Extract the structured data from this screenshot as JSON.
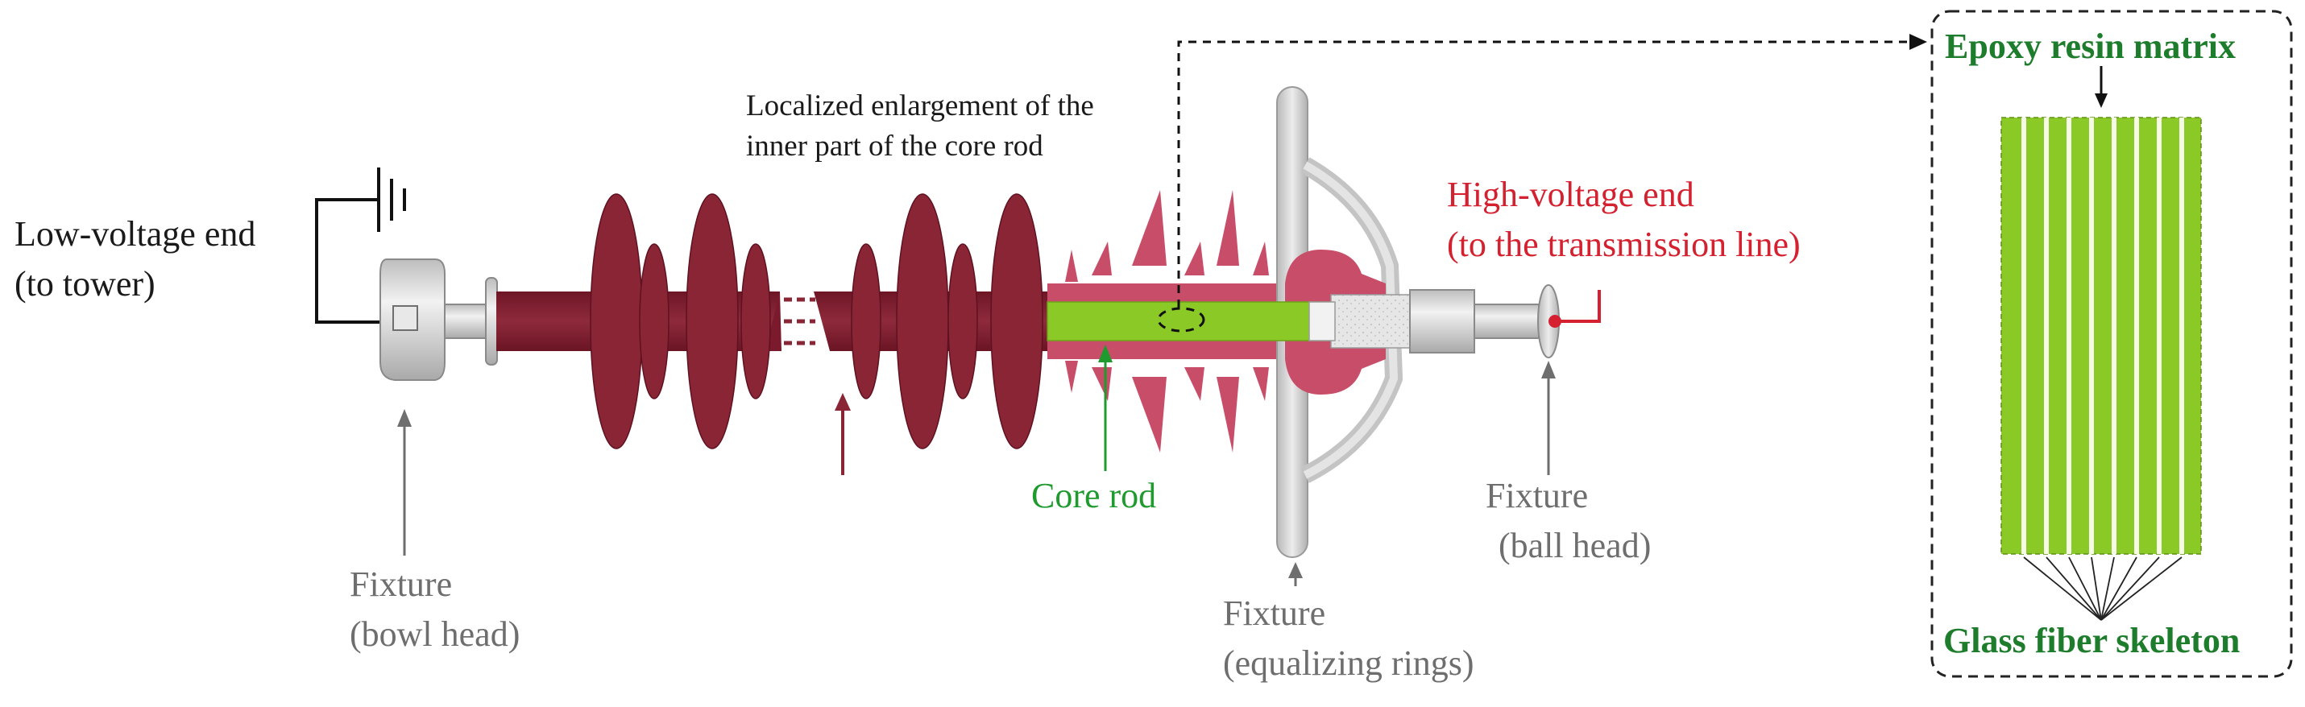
{
  "labels": {
    "low_voltage_line1": "Low-voltage end",
    "low_voltage_line2": "(to tower)",
    "enlargement_line1": "Localized enlargement of the",
    "enlargement_line2": "inner part of the core rod",
    "high_voltage_line1": "High-voltage end",
    "high_voltage_line2": "(to the transmission line)",
    "bowl_line1": "Fixture",
    "bowl_line2": "(bowl head)",
    "core_rod": "Core rod",
    "rings_line1": "Fixture",
    "rings_line2": "(equalizing rings)",
    "ball_line1": "Fixture",
    "ball_line2": "(ball head)",
    "epoxy": "Epoxy resin matrix",
    "glass_fiber": "Glass fiber skeleton"
  },
  "colors": {
    "shed": "#7e1d2e",
    "shed_light": "#c84d68",
    "core": "#8ac926",
    "metal": "#c9c9c9",
    "label_green": "#1f9a2e",
    "label_red": "#d4202f"
  }
}
